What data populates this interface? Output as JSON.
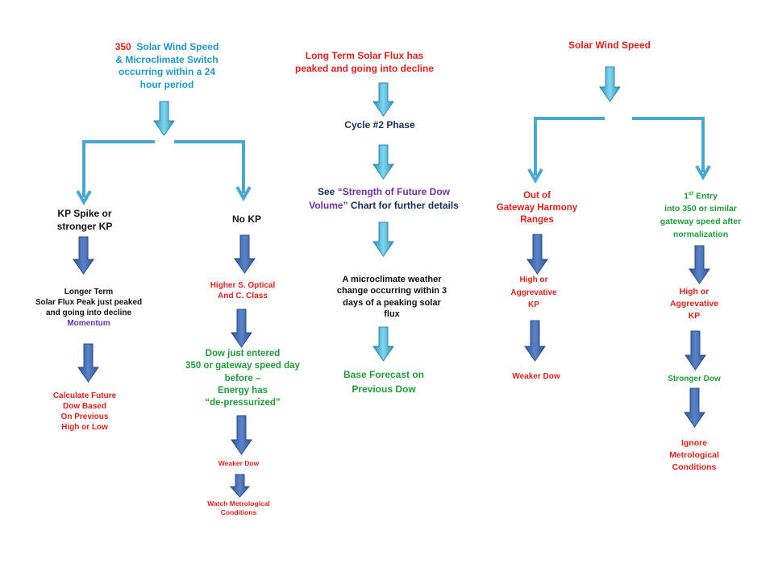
{
  "col1": {
    "top_1": "350",
    "top_2": "Solar Wind Speed",
    "top_3": "& Microclimate Switch",
    "top_4": "occurring within a 24",
    "top_5": "hour period",
    "left_head_1": "KP Spike or",
    "left_head_2": "stronger KP",
    "left_b1": "Longer Term",
    "left_b2": "Solar Flux Peak just peaked",
    "left_b3": "and going into decline",
    "left_b4": "Momentum",
    "left_c1": "Calculate  Future",
    "left_c2": "Dow Based",
    "left_c3": "On Previous",
    "left_c4": "High or Low",
    "right_head": "No KP",
    "right_b1": "Higher S. Optical",
    "right_b2": "And C. Class",
    "right_c1": "Dow just entered",
    "right_c2": "350 or gateway speed day",
    "right_c3": "before –",
    "right_c4": "Energy has",
    "right_c5": "“de-pressurized”",
    "right_d": "Weaker Dow",
    "right_e1": "Watch Metrological",
    "right_e2": "Conditions"
  },
  "col2": {
    "top_1": "Long Term Solar Flux has",
    "top_2": "peaked and going into decline",
    "phase": "Cycle #2 Phase",
    "see_1": "See",
    "see_2": "“Strength of Future Dow",
    "see_3": "Volume”",
    "see_4": "Chart for further details",
    "micro_1": "A microclimate weather",
    "micro_2": "change occurring within 3",
    "micro_3": "days  of a peaking solar",
    "micro_4": "flux",
    "base_1": "Base Forecast on",
    "base_2": "Previous Dow"
  },
  "col3": {
    "top": "Solar Wind Speed",
    "left_head_1": "Out of",
    "left_head_2": "Gateway Harmony",
    "left_head_3": "Ranges",
    "left_b1": "High or",
    "left_b2": "Aggrevative",
    "left_b3": "KP",
    "left_c": "Weaker Dow",
    "right_head_1a": "1",
    "right_head_1sup": "st",
    "right_head_1b": " Entry",
    "right_head_2": "into 350 or similar",
    "right_head_3": "gateway speed after",
    "right_head_4": "normalization",
    "right_b1": "High or",
    "right_b2": "Aggrevative",
    "right_b3": "KP",
    "right_c": "Stronger Dow",
    "right_d1": "Ignore",
    "right_d2": "Metrological",
    "right_d3": "Conditions"
  },
  "colors": {
    "teal_text": "#1f97c9",
    "red_text": "#e0201b",
    "navy_text": "#1a2e5a",
    "green_text": "#1f9c3a",
    "purple_text": "#7030a0",
    "teal_arrow": "#3aa6cc",
    "blue_arrow": "#3d64a8"
  }
}
